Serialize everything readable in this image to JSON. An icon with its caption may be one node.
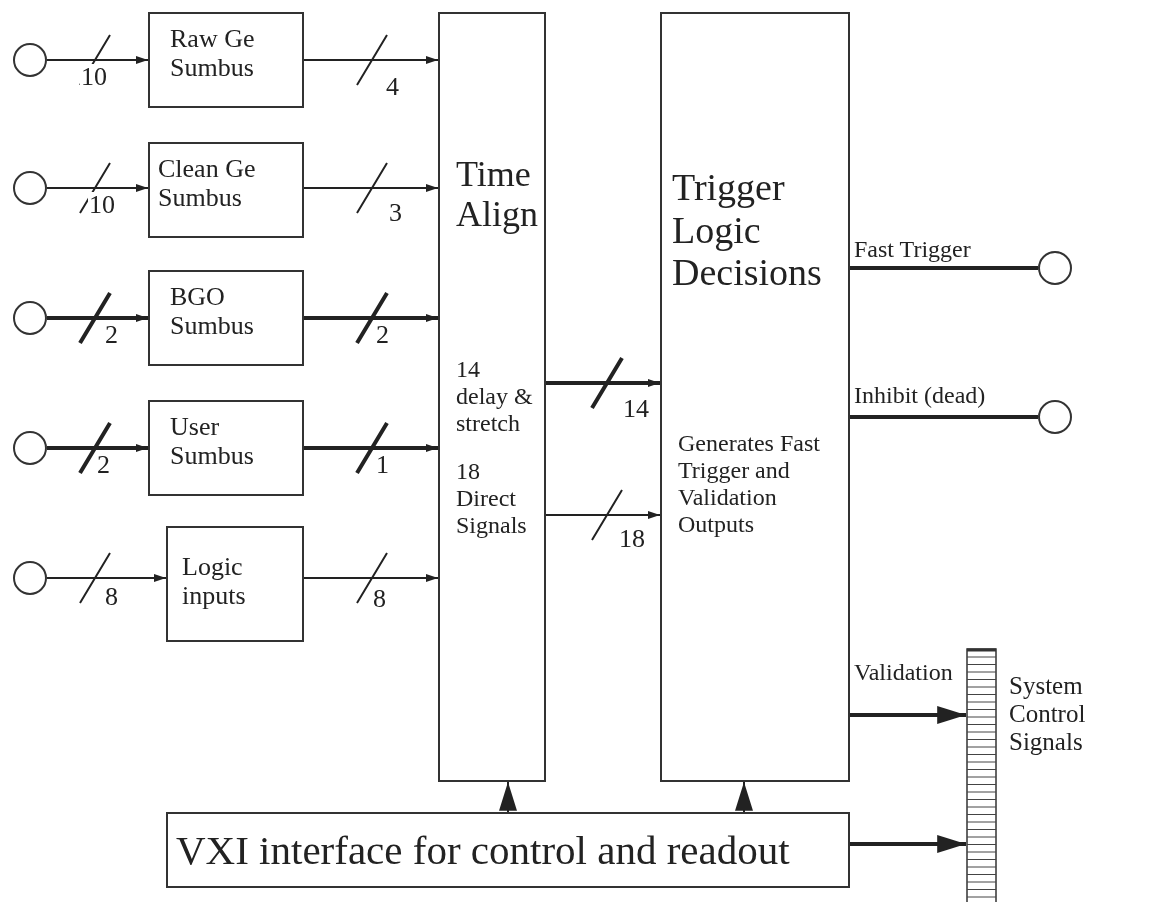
{
  "diagram": {
    "nodes": [
      {
        "text": [],
        "shape": "circle"
      },
      {
        "text": [],
        "shape": "circle"
      },
      {
        "text": [],
        "shape": "circle"
      },
      {
        "text": [],
        "shape": "circle"
      },
      {
        "text": [],
        "shape": "circle"
      },
      {
        "text": [
          "Raw Ge Sumbus"
        ]
      },
      {
        "text": [
          "Clean Ge Sumbus"
        ]
      },
      {
        "text": [
          "BGO Sumbus"
        ]
      },
      {
        "text": [
          "User Sumbus"
        ]
      },
      {
        "text": [
          "Logic inputs"
        ]
      },
      {
        "text": [
          "Time Align",
          "14 delay & stretch",
          "18 Direct Signals"
        ]
      },
      {
        "text": [
          "Trigger Logic Decisions",
          "Generates Fast Trigger and Validation Outputs"
        ]
      },
      {
        "text": [],
        "shape": "circle"
      },
      {
        "text": [],
        "shape": "circle"
      },
      {
        "text": [],
        "shape": "bar",
        "beside": [
          "System Control Signals"
        ]
      },
      {
        "text": [
          "VXI interface for control and readout"
        ]
      }
    ],
    "edges": [
      {
        "from": 0,
        "to": 5,
        "arrow": "to",
        "label": "10"
      },
      {
        "from": 1,
        "to": 6,
        "arrow": "to",
        "label": "10"
      },
      {
        "from": 2,
        "to": 7,
        "arrow": "to",
        "label": "2",
        "style": "thick"
      },
      {
        "from": 3,
        "to": 8,
        "arrow": "to",
        "label": "2",
        "style": "thick"
      },
      {
        "from": 4,
        "to": 9,
        "arrow": "to",
        "label": "8"
      },
      {
        "from": 5,
        "to": 10,
        "arrow": "to",
        "label": "4"
      },
      {
        "from": 6,
        "to": 10,
        "arrow": "to",
        "label": "3"
      },
      {
        "from": 7,
        "to": 10,
        "arrow": "to",
        "label": "2",
        "style": "thick"
      },
      {
        "from": 8,
        "to": 10,
        "arrow": "to",
        "label": "1",
        "style": "thick"
      },
      {
        "from": 9,
        "to": 10,
        "arrow": "to",
        "label": "8"
      },
      {
        "from": 10,
        "to": 11,
        "arrow": "to",
        "label": "14",
        "style": "thick"
      },
      {
        "from": 10,
        "to": 11,
        "arrow": "to",
        "label": "18"
      },
      {
        "from": 11,
        "to": 12,
        "arrow": "none",
        "label": "Fast Trigger",
        "style": "thick"
      },
      {
        "from": 11,
        "to": 13,
        "arrow": "none",
        "label": "Inhibit (dead)",
        "style": "thick"
      },
      {
        "from": 11,
        "to": 14,
        "arrow": "to",
        "label": "Validation",
        "style": "thick"
      },
      {
        "from": 15,
        "to": 10,
        "arrow": "to"
      },
      {
        "from": 15,
        "to": 11,
        "arrow": "to"
      },
      {
        "from": 15,
        "to": 14,
        "arrow": "to",
        "style": "thick"
      }
    ]
  }
}
